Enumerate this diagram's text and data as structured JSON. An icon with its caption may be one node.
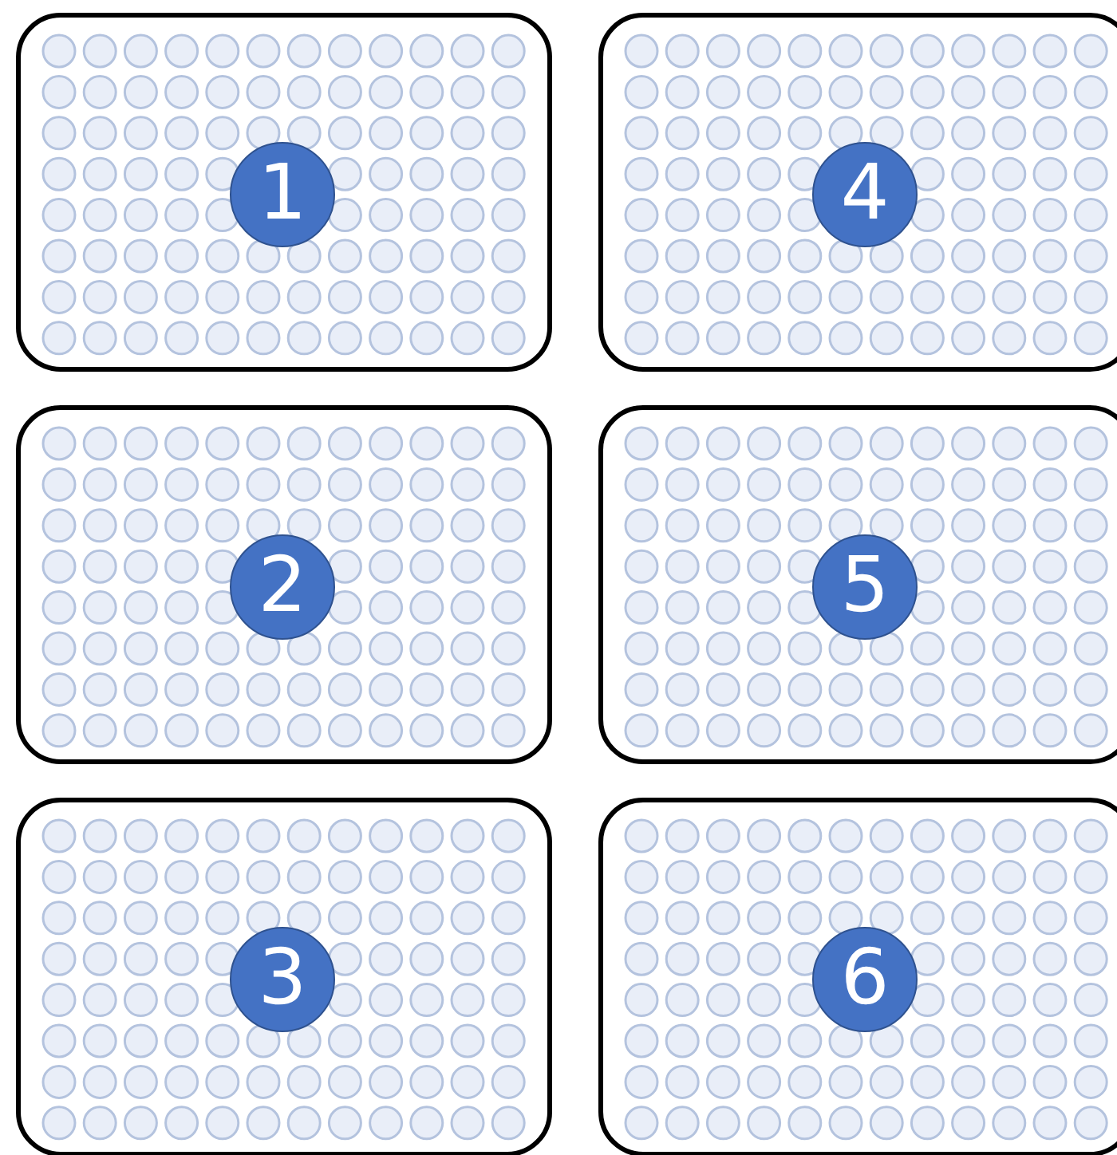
{
  "diagram": {
    "nodes": [
      {
        "text": [],
        "shape": "box"
      },
      {
        "text": [
          "1"
        ],
        "in": 0
      },
      {
        "text": [],
        "shape": "box"
      },
      {
        "text": [
          "4"
        ],
        "in": 2
      },
      {
        "text": [],
        "shape": "box"
      },
      {
        "text": [
          "2"
        ],
        "in": 4
      },
      {
        "text": [],
        "shape": "box"
      },
      {
        "text": [
          "5"
        ],
        "in": 6
      },
      {
        "text": [],
        "shape": "box"
      },
      {
        "text": [
          "3"
        ],
        "in": 8
      },
      {
        "text": [],
        "shape": "box"
      },
      {
        "text": [
          "6"
        ],
        "in": 10
      }
    ]
  }
}
